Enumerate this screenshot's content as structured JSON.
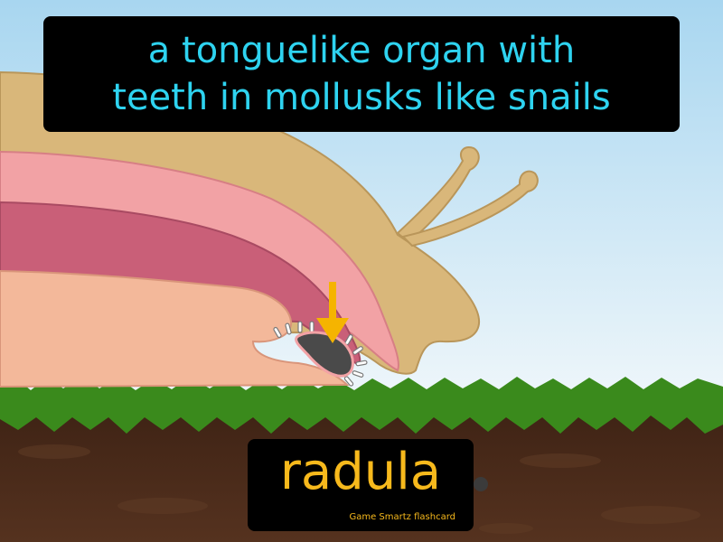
{
  "definition": "a tonguelike organ with\nteeth in mollusks like snails",
  "term": "radula",
  "brand": "Game Smartz flashcard",
  "colors": {
    "definition_text": "#2ed3f0",
    "term_text": "#f7b91c",
    "arrow": "#f5b400",
    "sky_top": "#b9ddf1",
    "grass": "#3a8a1c",
    "soil": "#4a2a1a"
  }
}
